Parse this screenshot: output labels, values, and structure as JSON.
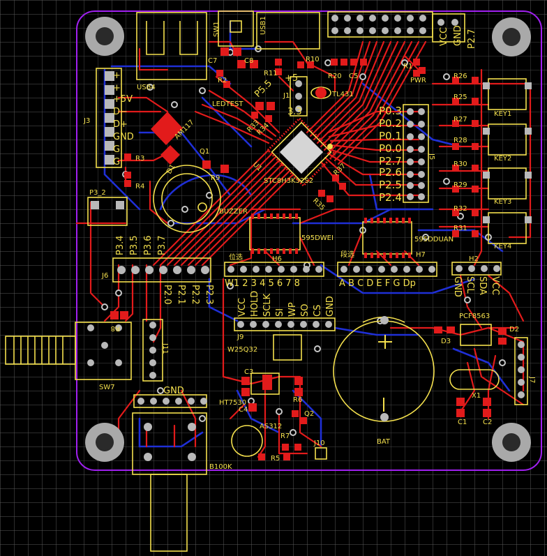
{
  "app": {
    "view": "PCB 2D layout"
  },
  "colors": {
    "background": "#000000",
    "grid": "#5a5a5a",
    "board_outline": "#a020f0",
    "top_copper": "#e21b1b",
    "bottom_copper": "#1f2fd6",
    "silkscreen": "#f4e04d",
    "pad": "#b9b9b9",
    "via": "#c8c8c8"
  },
  "labels": {
    "usb4": "USB4",
    "sw1": "SW1",
    "usb1": "USB1",
    "c7": "C7",
    "c8": "C8",
    "r2": "R2",
    "r11": "R11",
    "r10": "R10",
    "r20": "R20",
    "c5": "C5",
    "r1": "R1",
    "pwr": "PWR",
    "vcc_top": "VCC",
    "gnd_top": "GND",
    "p27_top": "P2.7",
    "p55": "P5.5",
    "ledtest": "LEDTEST",
    "plus5": "+5",
    "v33": "3.3",
    "j1": "J1",
    "tl431": "TL431",
    "r33": "R33",
    "r34": "R34",
    "ams": "AM117",
    "j3": "J3",
    "j3_plus1": "+",
    "j3_plus2": "+",
    "j3_5v": "+5V",
    "j3_dm": "D−",
    "j3_dp": "D+",
    "j3_gnd": "GND",
    "j3_g1": "G",
    "j3_g2": "G",
    "r3": "R3",
    "r4": "R4",
    "d1": "D1",
    "q1": "Q1",
    "r9": "R9",
    "buzzer": "BUZZER",
    "u1": "U1",
    "mcu": "STC8H3K32S2",
    "r35": "R35",
    "r37": "R37",
    "p03": "P0.3",
    "p02": "P0.2",
    "p01": "P0.1",
    "p00": "P0.0",
    "p27": "P2.7",
    "p26": "P2.6",
    "p25": "P2.5",
    "p24": "P2.4",
    "j5": "J5",
    "r26": "R26",
    "r25": "R25",
    "r27": "R27",
    "r28": "R28",
    "r30": "R30",
    "r29": "R29",
    "r32": "R32",
    "r31": "R31",
    "key1": "KEY1",
    "key2": "KEY2",
    "key3": "KEY3",
    "key4": "KEY4",
    "p3_2": "P3_2",
    "p34": "P3.4",
    "p35": "P3.5",
    "p36": "P3.6",
    "p37": "P3.7",
    "j6": "J6",
    "p20": "P2.0",
    "p21": "P2.1",
    "p22": "P2.2",
    "p23": "P2.3",
    "u595a": "595DWEI",
    "u595b": "595DDUAN",
    "h6": "H6",
    "h7": "H7",
    "weixuan": "位选",
    "duanxuan": "段选",
    "wpins": "W1 2 3 4 5 6 7 8",
    "seg": "A B C D E F G Dp",
    "h2": "H2",
    "h2_gnd": "GND",
    "h2_scl": "SCL",
    "h2_sda": "SDA",
    "h2_vcc": "VCC",
    "j9": "J9",
    "vcc9": "VCC",
    "hold": "HOLD",
    "sclk": "SCLK",
    "si": "SI",
    "wp": "WP",
    "so": "SO",
    "cs": "CS",
    "gnd9": "GND",
    "w25q32": "W25Q32",
    "pcf8563": "PCF8563",
    "d2": "D2",
    "d3": "D3",
    "j7": "J7",
    "bat": "BAT",
    "bat_plus": "+",
    "x1": "X1",
    "c1": "C1",
    "c2": "C2",
    "r8": "R8",
    "j11": "J11",
    "sw7": "SW7",
    "gnd_bottom": "GND",
    "c3": "C3",
    "ht7530": "HT7530",
    "c4": "C4",
    "r6": "R6",
    "as312": "AS312",
    "q2": "Q2",
    "r7": "R7",
    "r5": "R5",
    "j10": "J10",
    "b100k": "B100K"
  }
}
